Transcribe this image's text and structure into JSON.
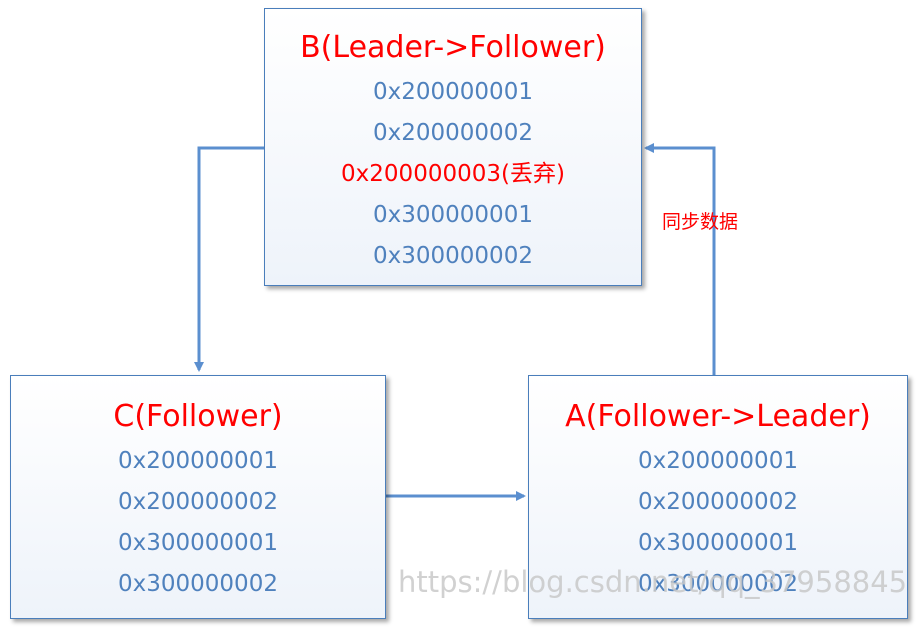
{
  "nodes": {
    "b": {
      "title": "B(Leader->Follower)",
      "zxids": [
        "0x200000001",
        "0x200000002",
        "0x200000003(丢弃)",
        "0x300000001",
        "0x300000002"
      ],
      "discarded_index": 2
    },
    "c": {
      "title": "C(Follower)",
      "zxids": [
        "0x200000001",
        "0x200000002",
        "0x300000001",
        "0x300000002"
      ]
    },
    "a": {
      "title": "A(Follower->Leader)",
      "zxids": [
        "0x200000001",
        "0x200000002",
        "0x300000001",
        "0x300000002"
      ]
    }
  },
  "edges": {
    "sync_label": "同步数据"
  },
  "watermark": "https://blog.csdn.net/qq_37958845",
  "colors": {
    "title": "#ff0000",
    "zxid": "#4f81bd",
    "discarded": "#ff0000",
    "arrow": "#5b8fcf",
    "border": "#4a7ebb"
  }
}
